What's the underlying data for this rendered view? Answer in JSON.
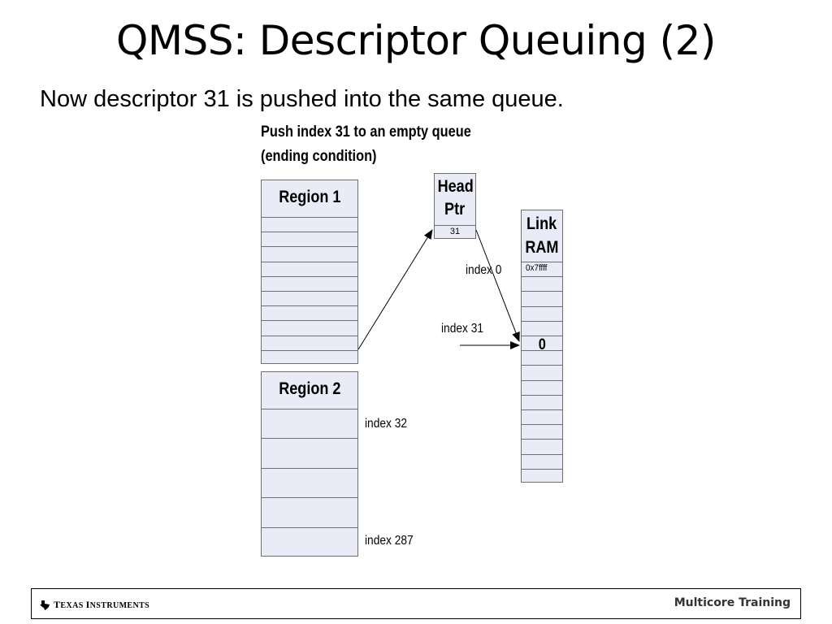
{
  "slide": {
    "title": "QMSS: Descriptor Queuing (2)",
    "subtitle": "Now descriptor 31 is pushed into the same queue."
  },
  "diagram": {
    "title_line1": "Push index 31 to an empty queue",
    "title_line2": "(ending condition)",
    "region1": {
      "label": "Region 1",
      "slot_count": 10
    },
    "region2": {
      "label": "Region 2",
      "slot_count": 5
    },
    "head_ptr": {
      "label_line1": "Head",
      "label_line2": "Ptr",
      "value": "31"
    },
    "link_ram": {
      "label_line1": "Link",
      "label_line2": "RAM",
      "first_value": "0x7ffff",
      "entry_value": "0",
      "slot_count": 15
    },
    "labels": {
      "index0": "index 0",
      "index31": "index 31",
      "index32": "index 32",
      "index287": "index 287"
    },
    "colors": {
      "box_fill": "#e9ecf6",
      "box_border": "#6f6f6f"
    }
  },
  "footer": {
    "logo_text_1": "T",
    "logo_text_2": "EXAS ",
    "logo_text_3": "I",
    "logo_text_4": "NSTRUMENTS",
    "logo_icon": "texas-state-icon",
    "course": "Multicore Training"
  }
}
